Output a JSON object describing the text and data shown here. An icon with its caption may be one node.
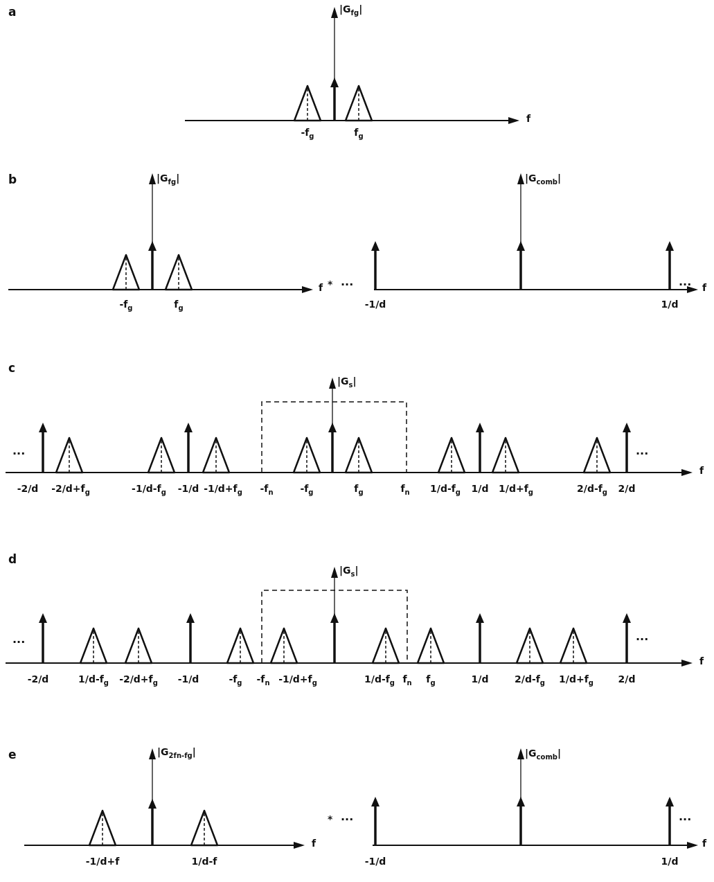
{
  "diagram": {
    "labels": [
      "a",
      "|G$_{fg}$|",
      "f",
      "-f$_{g}$",
      "f$_{g}$",
      "b",
      "|G$_{fg}$|",
      "|G$_{comb}$|",
      "*",
      "...",
      "...",
      "f",
      "f",
      "-f$_{g}$",
      "f$_{g}$",
      "-1/d",
      "1/d",
      "c",
      "|G$_{s}$|",
      "...",
      "...",
      "f",
      "-2/d",
      "-2/d+f$_{g}$",
      "-1/d-f$_{g}$",
      "-1/d",
      "-1/d+f$_{g}$",
      "-f$_{n}$",
      "-f$_{g}$",
      "f$_{g}$",
      "f$_{n}$",
      "1/d-f$_{g}$",
      "1/d",
      "1/d+f$_{g}$",
      "2/d-f$_{g}$",
      "2/d",
      "d",
      "|G$_{s}$|",
      "...",
      "...",
      "f",
      "-2/d",
      "1/d-f$_{g}$",
      "-2/d+f$_{g}$",
      "-1/d",
      "-f$_{g}$",
      "-f$_{n}$",
      "-1/d+f$_{g}$",
      "1/d-f$_{g}$",
      "f$_{n}$",
      "f$_{g}$",
      "1/d",
      "2/d-f$_{g}$",
      "1/d+f$_{g}$",
      "2/d",
      "e",
      "|G$_{2fn-fg}$|",
      "|G$_{comb}$|",
      "*",
      "...",
      "...",
      "f",
      "f",
      "-1/d+f",
      "1/d-f",
      "-1/d",
      "1/d"
    ]
  }
}
